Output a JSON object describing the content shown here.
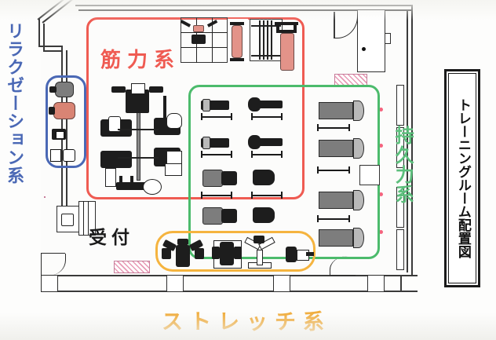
{
  "document": {
    "title": "トレーニングルーム配置図",
    "type": "floor-plan"
  },
  "zones": [
    {
      "id": "relaxation",
      "label": "リラクゼーション系",
      "color": "#4a68b5",
      "outline_color": "#4a68b5",
      "position": "left",
      "equipment_count": 4,
      "equipment": [
        "massage-chair-gray",
        "massage-chair-pink",
        "small-unit",
        "two-small-units"
      ]
    },
    {
      "id": "strength",
      "label": "筋力系",
      "color": "#ef5b52",
      "outline_color": "#ef5b52",
      "position": "upper-center",
      "equipment": [
        "smith-machine",
        "power-rack",
        "lat-tower",
        "multi-station-gym",
        "bench-press",
        "free-weight-cluster"
      ]
    },
    {
      "id": "endurance",
      "label": "持久力系",
      "color": "#5cbf7c",
      "outline_color": "#4cbb6c",
      "position": "right",
      "equipment": [
        "treadmill",
        "treadmill",
        "treadmill",
        "treadmill",
        "recumbent-bike",
        "upright-bike",
        "rowing-machine",
        "stepper"
      ]
    },
    {
      "id": "stretch",
      "label": "ストレッチ系",
      "color": "#f0ad3e",
      "outline_color": "#f5b43f",
      "position": "bottom-center",
      "equipment": [
        "pec-deck",
        "leg-extension",
        "cable-crossover",
        "dumbbell-rack"
      ]
    }
  ],
  "labels": {
    "reception": "受付",
    "strength": "筋力系",
    "relaxation": "リラクゼーション系",
    "endurance": "持久力系",
    "stretch": "ストレッチ系"
  },
  "plan_features": {
    "entry_door": "door-swing-top-right",
    "windows": 4,
    "window_markers": 4,
    "mats": 3,
    "columns": 4
  },
  "colors": {
    "red": "#ef5b52",
    "green": "#4cbb6c",
    "blue": "#4a68b5",
    "orange": "#f5b43f",
    "pink_dot": "#f4647e",
    "salmon_equipment": "#e39389",
    "wall": "#2a2a2a"
  }
}
